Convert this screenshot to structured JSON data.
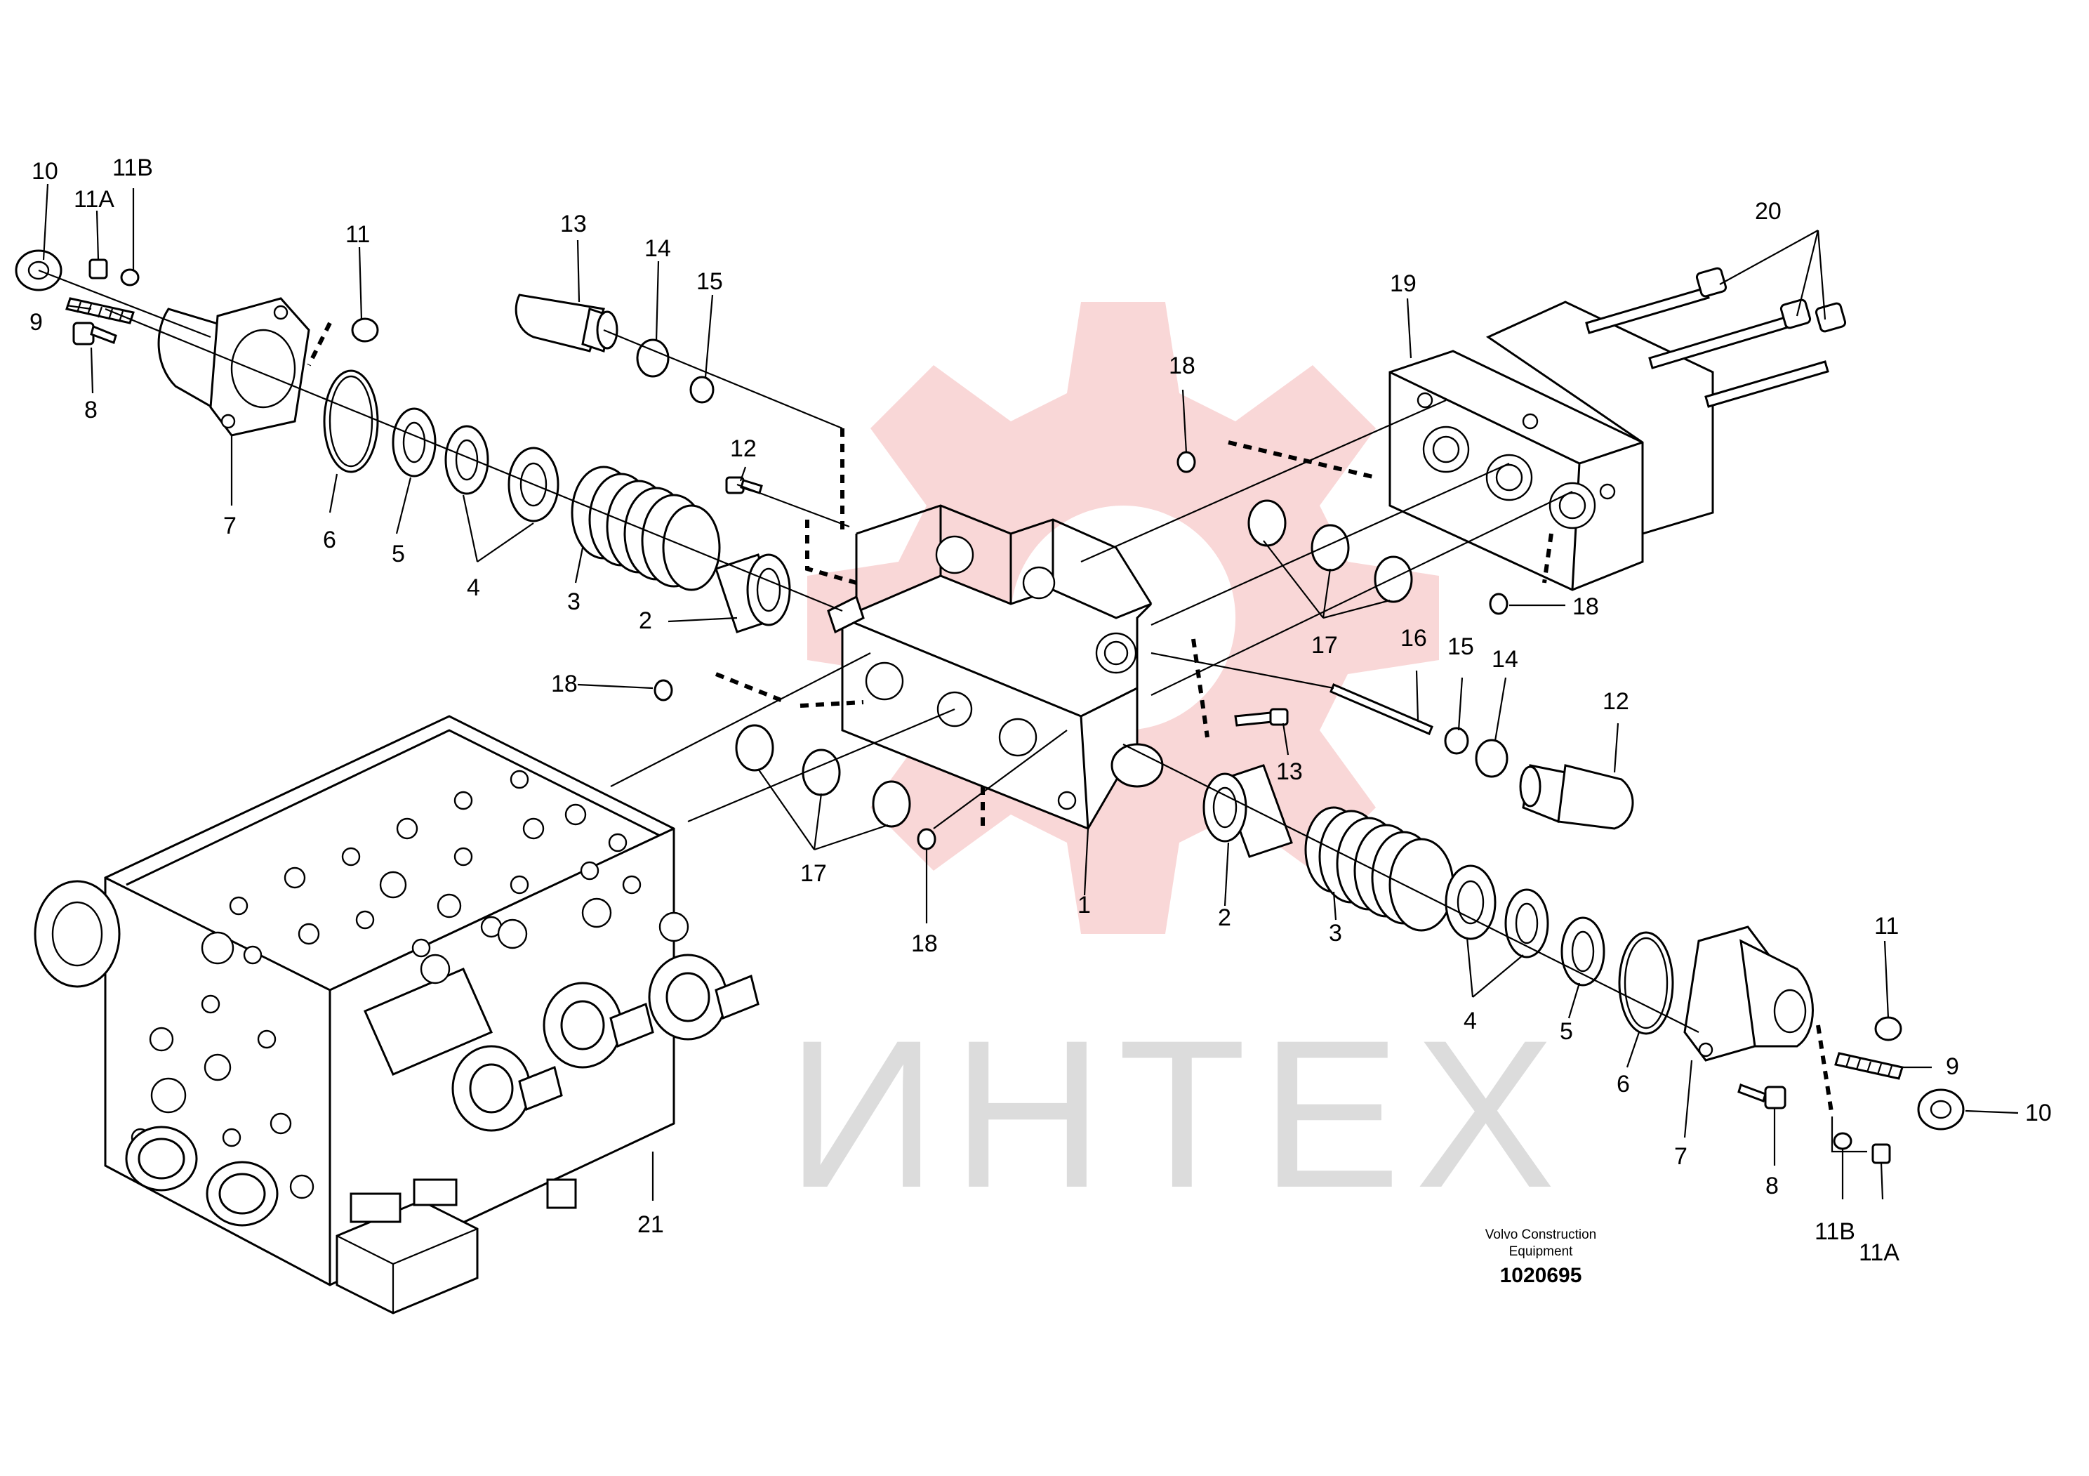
{
  "watermark": {
    "text": "ИНТЕХ",
    "gear_color": "#f4b7b7",
    "text_color": "#d8d8d8",
    "icon": "gear-logo-icon"
  },
  "caption": {
    "line1": "Volvo Construction",
    "line2": "Equipment",
    "number": "1020695"
  },
  "callouts": {
    "l10": "10",
    "l11b": "11B",
    "l11a": "11A",
    "l9": "9",
    "l8": "8",
    "l11": "11",
    "l7": "7",
    "l6": "6",
    "l5": "5",
    "l4": "4",
    "l3": "3",
    "l2": "2",
    "l13": "13",
    "l14": "14",
    "l15": "15",
    "l12": "12",
    "l18a": "18",
    "l19": "19",
    "l20": "20",
    "l18b": "18",
    "l17a": "17",
    "l18c": "18",
    "l16": "16",
    "l15b": "15",
    "l14b": "14",
    "l12b": "12",
    "l13b": "13",
    "l17b": "17",
    "l18d": "18",
    "l1": "1",
    "l2b": "2",
    "l3b": "3",
    "l4b": "4",
    "l5b": "5",
    "l6b": "6",
    "l7b": "7",
    "l8b": "8",
    "l11bb": "11B",
    "l11ab": "11A",
    "l11c": "11",
    "l9b": "9",
    "l10b": "10",
    "l21": "21"
  }
}
